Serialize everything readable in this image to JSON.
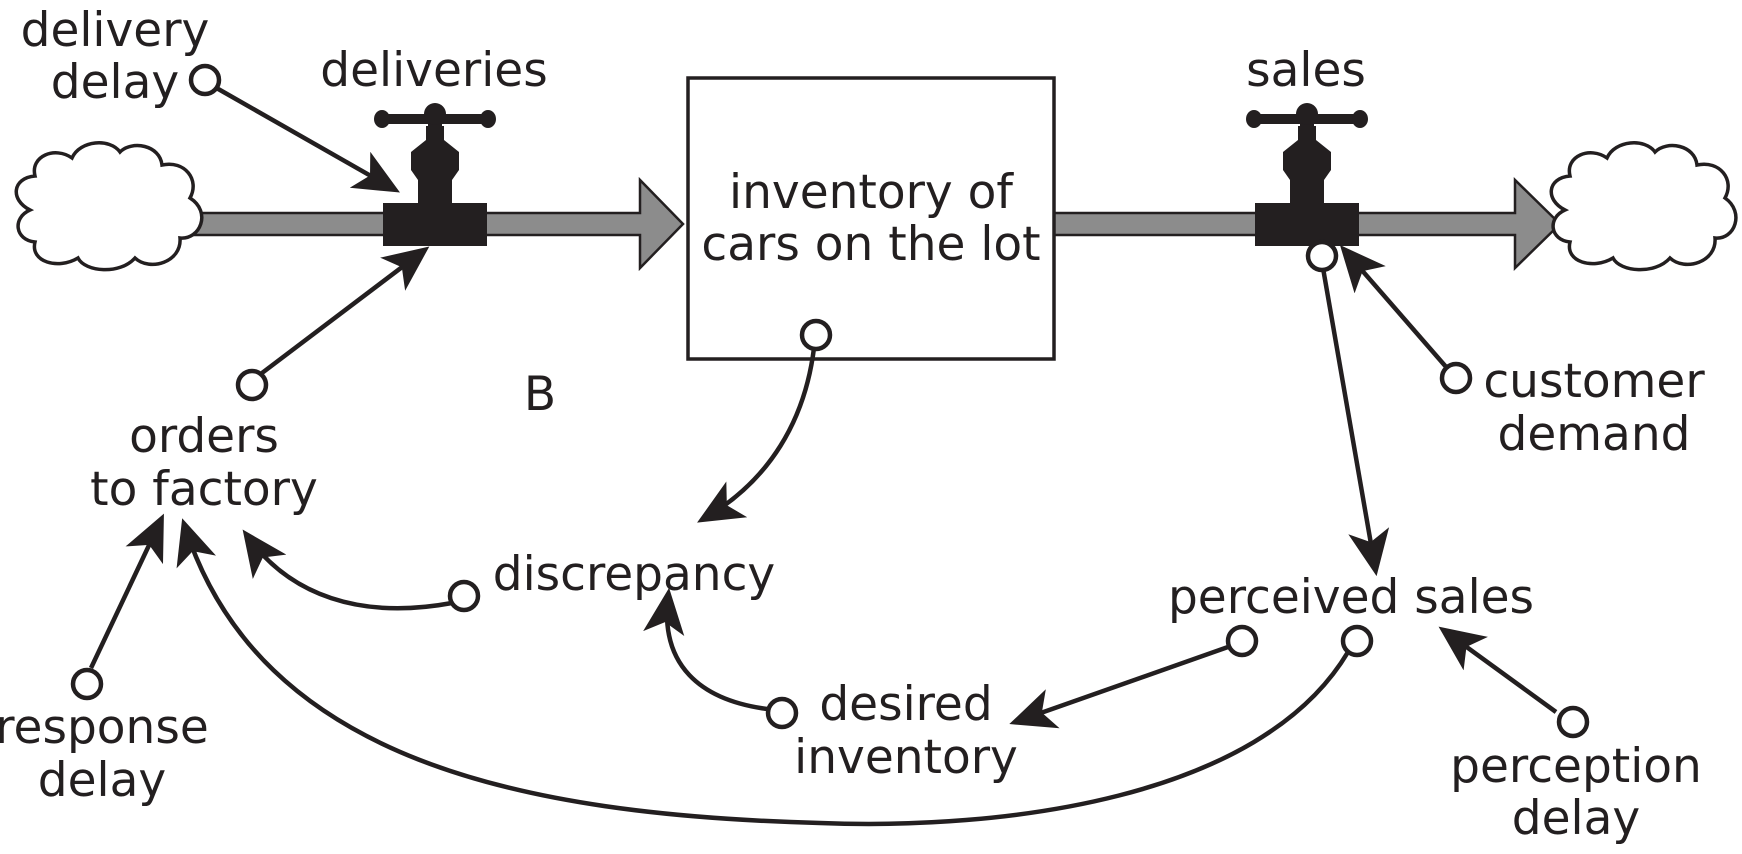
{
  "stock": {
    "line1": "inventory of",
    "line2": "cars on the lot"
  },
  "flows": {
    "inflow": "deliveries",
    "outflow": "sales"
  },
  "variables": {
    "delivery_delay": {
      "line1": "delivery",
      "line2": "delay"
    },
    "orders_to_factory": {
      "line1": "orders",
      "line2": "to factory"
    },
    "response_delay": {
      "line1": "response",
      "line2": "delay"
    },
    "discrepancy": "discrepancy",
    "desired_inventory": {
      "line1": "desired",
      "line2": "inventory"
    },
    "perceived_sales": "perceived sales",
    "customer_demand": {
      "line1": "customer",
      "line2": "demand"
    },
    "perception_delay": {
      "line1": "perception",
      "line2": "delay"
    }
  },
  "loop_label": "B",
  "colors": {
    "ink": "#231f20",
    "pipe": "#8c8c8c",
    "background": "#ffffff"
  },
  "icons": [
    "cloud-source-icon",
    "cloud-sink-icon",
    "valve-icon"
  ]
}
